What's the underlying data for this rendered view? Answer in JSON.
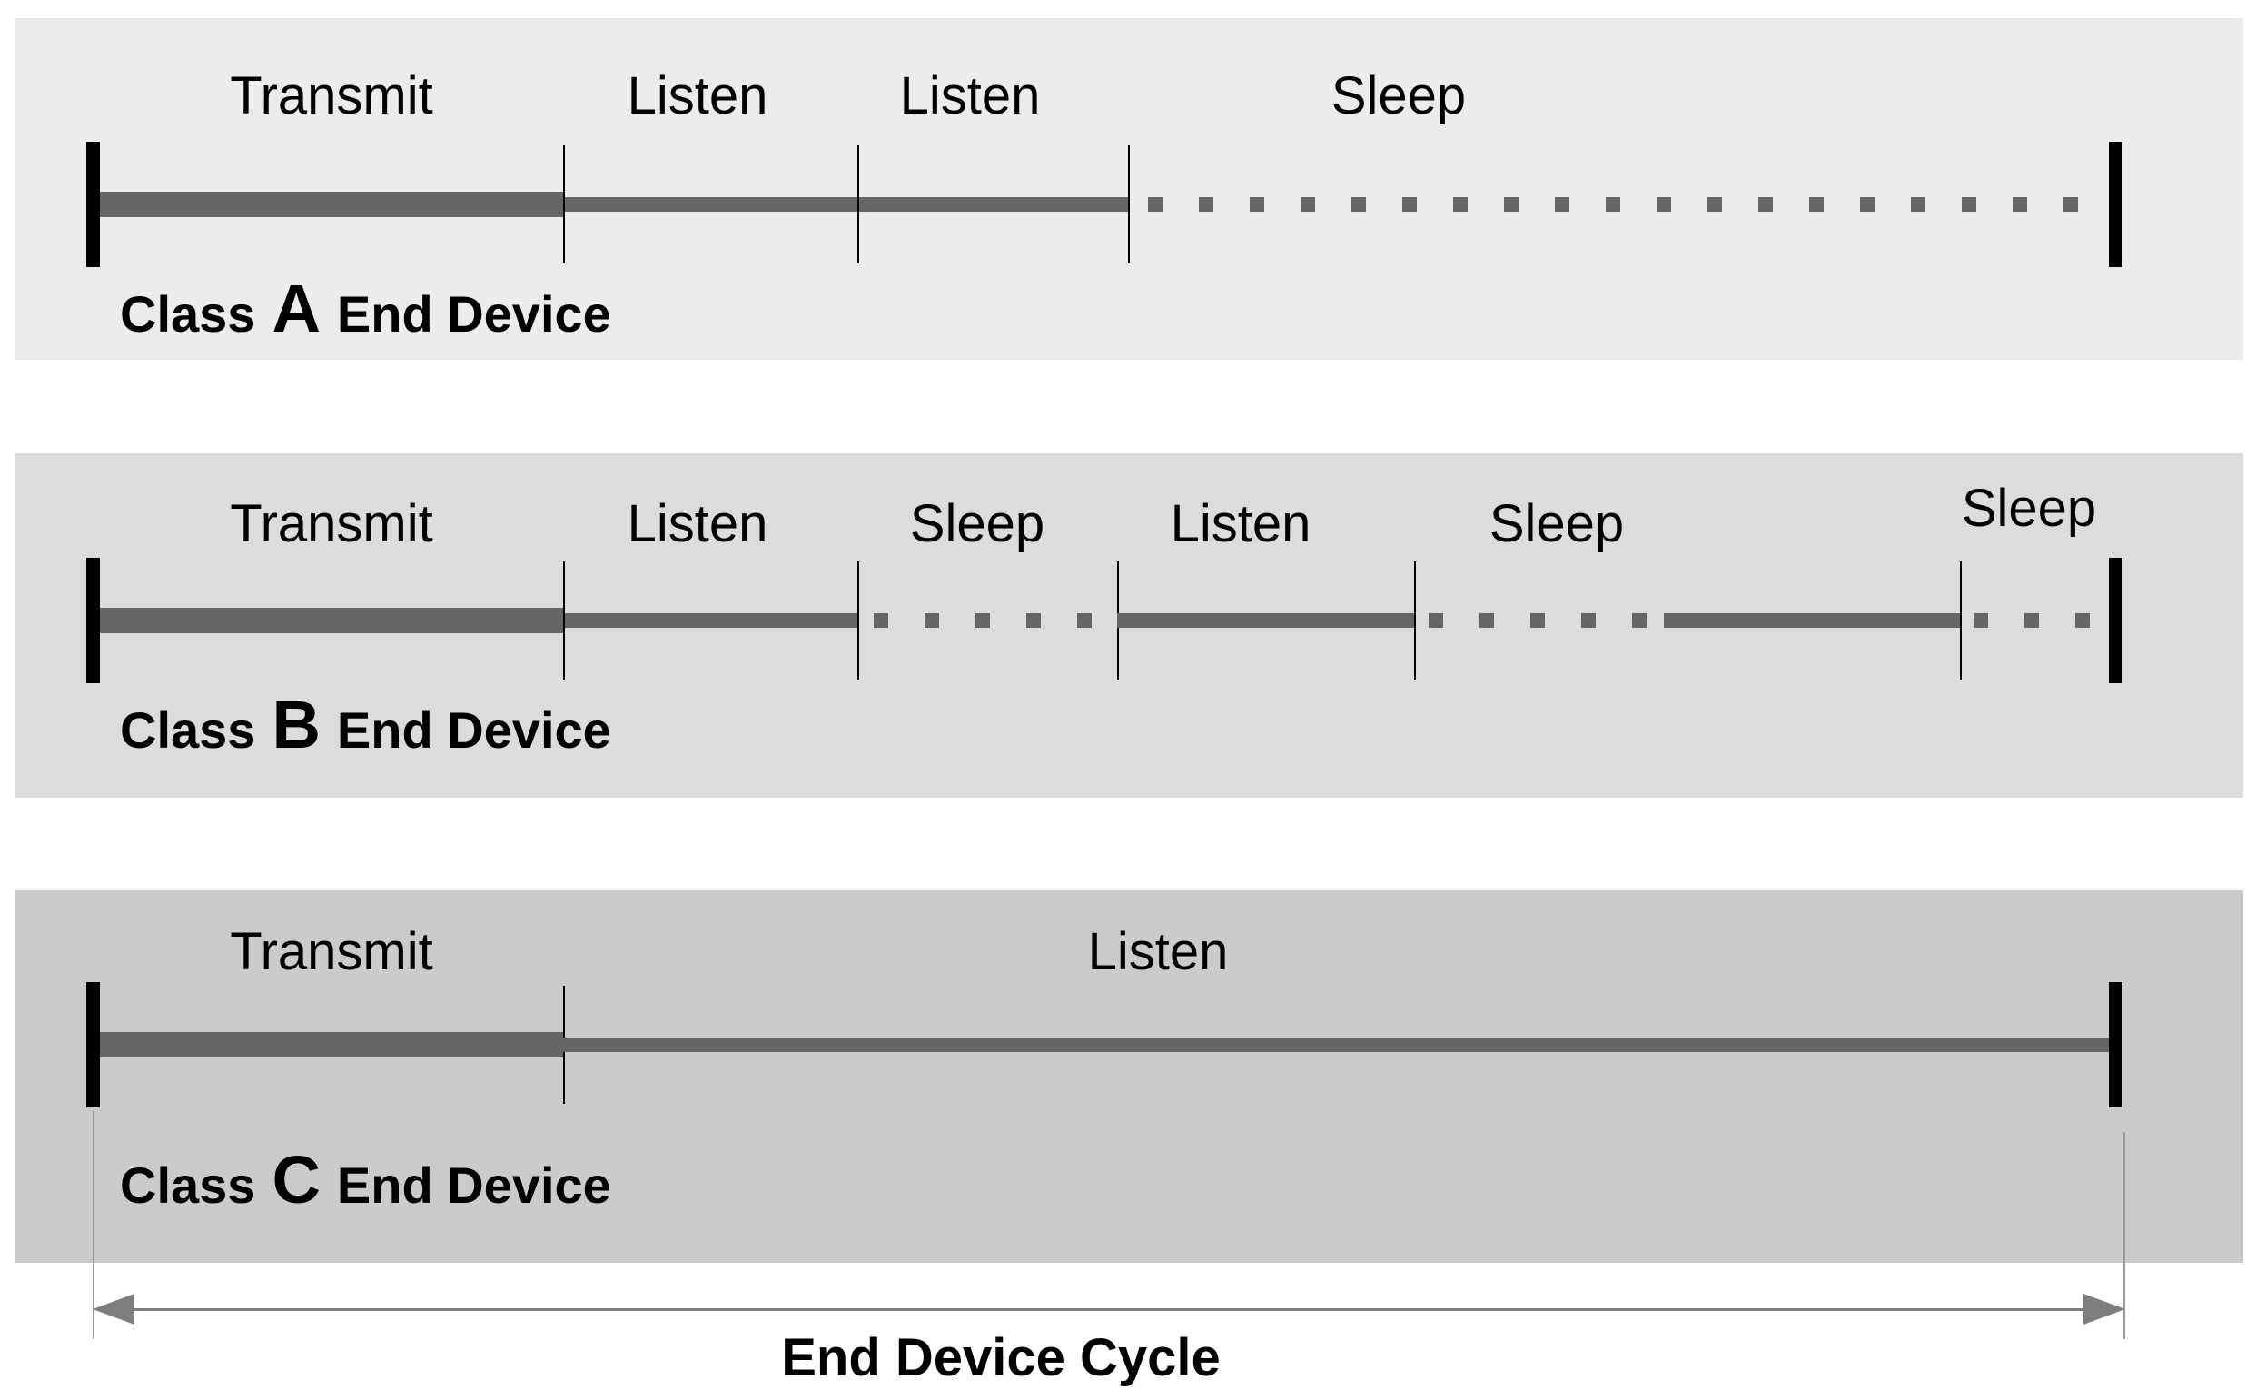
{
  "bands": [
    {
      "class_prefix": "Class",
      "class_letter": "A",
      "class_suffix": "End Device",
      "labels": [
        "Transmit",
        "Listen",
        "Listen",
        "Sleep"
      ],
      "segments": [
        {
          "phase": "Transmit",
          "style": "thick-solid"
        },
        {
          "phase": "Listen",
          "style": "solid"
        },
        {
          "phase": "Listen",
          "style": "solid"
        },
        {
          "phase": "Sleep",
          "style": "dotted"
        }
      ]
    },
    {
      "class_prefix": "Class",
      "class_letter": "B",
      "class_suffix": "End Device",
      "labels": [
        "Transmit",
        "Listen",
        "Sleep",
        "Listen",
        "Sleep",
        "Sleep"
      ],
      "segments": [
        {
          "phase": "Transmit",
          "style": "thick-solid"
        },
        {
          "phase": "Listen",
          "style": "solid"
        },
        {
          "phase": "Sleep",
          "style": "dotted"
        },
        {
          "phase": "Listen",
          "style": "solid"
        },
        {
          "phase": "Sleep",
          "style": "dotted"
        },
        {
          "phase": "",
          "style": "solid"
        },
        {
          "phase": "Sleep",
          "style": "dotted"
        }
      ]
    },
    {
      "class_prefix": "Class",
      "class_letter": "C",
      "class_suffix": "End Device",
      "labels": [
        "Transmit",
        "Listen"
      ],
      "segments": [
        {
          "phase": "Transmit",
          "style": "thick-solid"
        },
        {
          "phase": "Listen",
          "style": "solid"
        }
      ]
    }
  ],
  "footer": {
    "cycle_label": "End Device Cycle"
  },
  "colors": {
    "page_bg": "#ffffff",
    "band_a_bg": "#ececec",
    "band_b_bg": "#dcdcdc",
    "band_c_bg": "#cbcbcb",
    "line": "#666666",
    "marker": "#000000",
    "divider": "#000000",
    "arrow": "#7d7d7d",
    "extension_line": "#9a9a9a",
    "text": "#000000"
  }
}
